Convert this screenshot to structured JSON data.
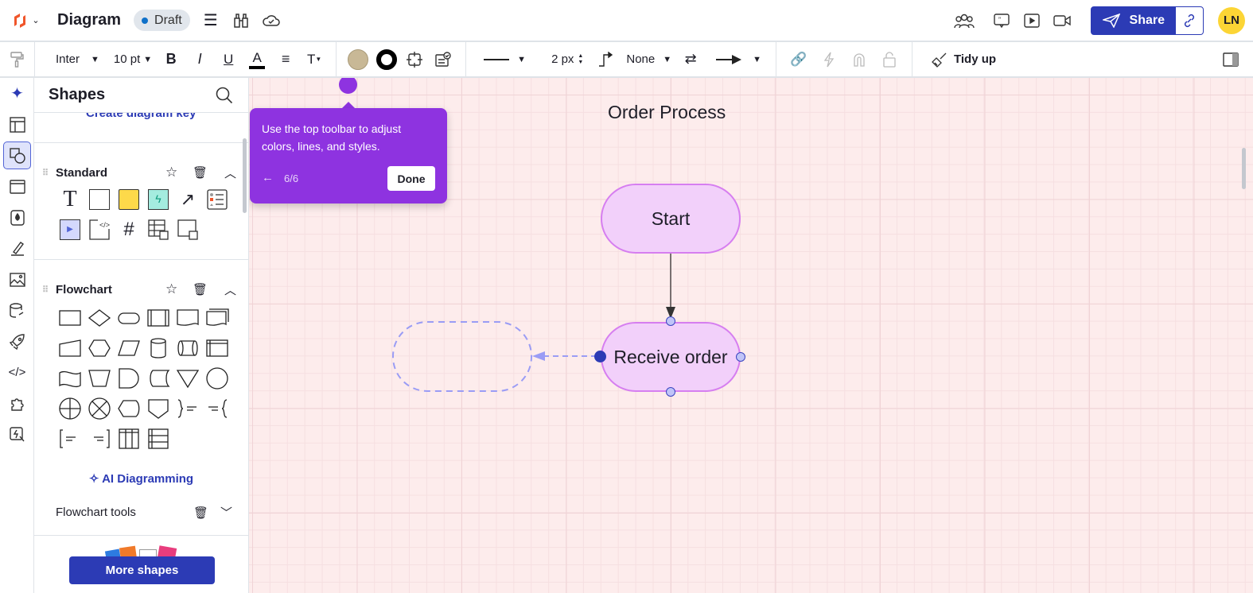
{
  "header": {
    "title": "Diagram",
    "status": "Draft",
    "share_label": "Share",
    "avatar_initials": "LN",
    "avatar_color": "#fcd535",
    "accent": "#2c3bb5"
  },
  "toolbar": {
    "font": "Inter",
    "font_size": "10 pt",
    "line_width": "2 px",
    "line_end": "None",
    "tidy_label": "Tidy up",
    "fill_color": "#c8b896"
  },
  "sidebar": {
    "title": "Shapes",
    "create_key": "Create diagram key",
    "standard": "Standard",
    "flowchart": "Flowchart",
    "ai_label": "AI Diagramming",
    "tools_label": "Flowchart tools",
    "more_label": "More shapes"
  },
  "tooltip": {
    "text": "Use the top toolbar to adjust colors, lines, and styles.",
    "step": "6/6",
    "done": "Done",
    "color": "#8e33e0"
  },
  "canvas": {
    "title": "Order Process",
    "nodes": [
      {
        "label": "Start"
      },
      {
        "label": "Receive order"
      }
    ]
  }
}
